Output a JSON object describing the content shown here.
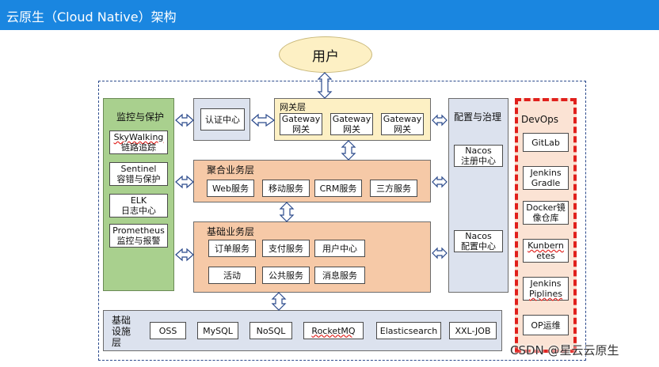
{
  "header": {
    "title": "云原生（Cloud Native）架构"
  },
  "user": {
    "label": "用户"
  },
  "monitor": {
    "title": "监控与保护",
    "items": [
      {
        "line1": "SkyWalking",
        "line2": "链路追踪"
      },
      {
        "line1": "Sentinel",
        "line2": "容错与保护"
      },
      {
        "line1": "ELK",
        "line2": "日志中心"
      },
      {
        "line1": "Prometheus",
        "line2": "监控与报警"
      }
    ]
  },
  "auth": {
    "label": "认证中心"
  },
  "gateway": {
    "title": "网关层",
    "items": [
      {
        "line1": "Gateway",
        "line2": "网关"
      },
      {
        "line1": "Gateway",
        "line2": "网关"
      },
      {
        "line1": "Gateway",
        "line2": "网关"
      }
    ]
  },
  "aggregate": {
    "title": "聚合业务层",
    "items": [
      "Web服务",
      "移动服务",
      "CRM服务",
      "三方服务"
    ]
  },
  "basic": {
    "title": "基础业务层",
    "row1": [
      "订单服务",
      "支付服务",
      "用户中心"
    ],
    "row2": [
      "活动",
      "公共服务",
      "消息服务"
    ]
  },
  "config": {
    "title": "配置与治理",
    "items": [
      {
        "line1": "Nacos",
        "line2": "注册中心"
      },
      {
        "line1": "Nacos",
        "line2": "配置中心"
      }
    ]
  },
  "infra": {
    "title_lines": [
      "基础",
      "设施",
      "层"
    ],
    "items": [
      "OSS",
      "MySQL",
      "NoSQL",
      "RocketMQ",
      "Elasticsearch",
      "XXL-JOB"
    ]
  },
  "devops": {
    "title": "DevOps",
    "items": [
      {
        "line1": "GitLab",
        "line2": ""
      },
      {
        "line1": "Jenkins",
        "line2": "Gradle"
      },
      {
        "line1": "Docker镜",
        "line2": "像仓库"
      },
      {
        "line1": "Kunbern",
        "line2": "etes"
      },
      {
        "line1": "Jenkins",
        "line2": "Piplines"
      },
      {
        "line1": "OP运维",
        "line2": ""
      }
    ]
  },
  "watermark": "CSDN @星云云原生",
  "colors": {
    "header": "#1a86e0",
    "user_fill": "#fdf0c4",
    "monitor_fill": "#a9d08e",
    "business_fill": "#f6c9a7",
    "governance_fill": "#dce2ee",
    "devops_border": "#e0201c",
    "arrow_fill": "#ffffff",
    "arrow_stroke": "#2b4a8c"
  }
}
